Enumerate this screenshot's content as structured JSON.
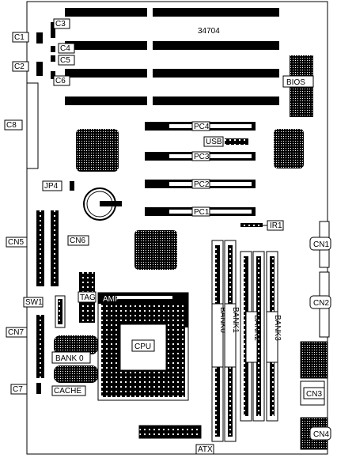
{
  "board_id": "34704",
  "labels": {
    "c1": "C1",
    "c2": "C2",
    "c3": "C3",
    "c4": "C4",
    "c5": "C5",
    "c6": "C6",
    "c7": "C7",
    "c8": "C8",
    "bios": "BIOS",
    "pc1": "PC1",
    "pc2": "PC2",
    "pc3": "PC3",
    "pc4": "PC4",
    "usb": "USB",
    "jp4": "JP4",
    "ir1": "IR1",
    "cn1": "CN1",
    "cn2": "CN2",
    "cn3": "CN3",
    "cn4": "CN4",
    "cn5": "CN5",
    "cn6": "CN6",
    "cn7": "CN7",
    "sw1": "SW1",
    "tag": "TAG",
    "amp": "AMP",
    "cpu": "CPU",
    "bank0_cache": "BANK 0",
    "cache": "CACHE",
    "bank0": "BANK0",
    "bank1": "BANK1",
    "bank2": "BANK2",
    "bank3": "BANK3",
    "atx": "ATX"
  }
}
